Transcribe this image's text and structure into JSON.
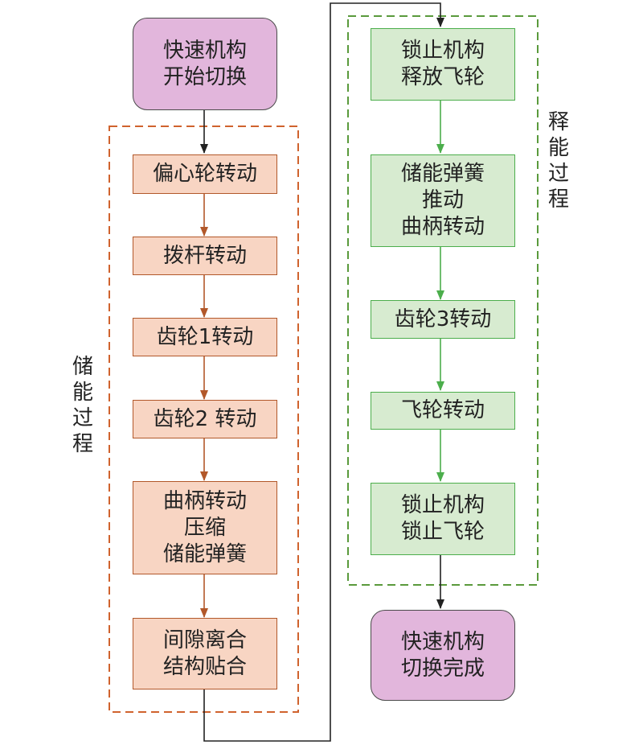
{
  "start": {
    "lines": [
      "快速机构",
      "开始切换"
    ]
  },
  "end": {
    "lines": [
      "快速机构",
      "切换完成"
    ]
  },
  "storage": {
    "label": [
      "储",
      "能",
      "过",
      "程"
    ],
    "steps": [
      {
        "lines": [
          "偏心轮转动"
        ]
      },
      {
        "lines": [
          "拨杆转动"
        ]
      },
      {
        "lines": [
          "齿轮1转动"
        ]
      },
      {
        "lines": [
          "齿轮2 转动"
        ]
      },
      {
        "lines": [
          "曲柄转动",
          "压缩",
          "储能弹簧"
        ]
      },
      {
        "lines": [
          "间隙离合",
          "结构贴合"
        ]
      }
    ]
  },
  "release": {
    "label": [
      "释",
      "能",
      "过",
      "程"
    ],
    "steps": [
      {
        "lines": [
          "锁止机构",
          "释放飞轮"
        ]
      },
      {
        "lines": [
          "储能弹簧",
          "推动",
          "曲柄转动"
        ]
      },
      {
        "lines": [
          "齿轮3转动"
        ]
      },
      {
        "lines": [
          "飞轮转动"
        ]
      },
      {
        "lines": [
          "锁止机构",
          "锁止飞轮"
        ]
      }
    ]
  },
  "colors": {
    "terminal_fill": "#e2b6dc",
    "storage_fill": "#f8d5c3",
    "storage_stroke": "#b2582a",
    "release_fill": "#d7ebd0",
    "release_stroke": "#4cae4c",
    "connector": "#222222"
  }
}
